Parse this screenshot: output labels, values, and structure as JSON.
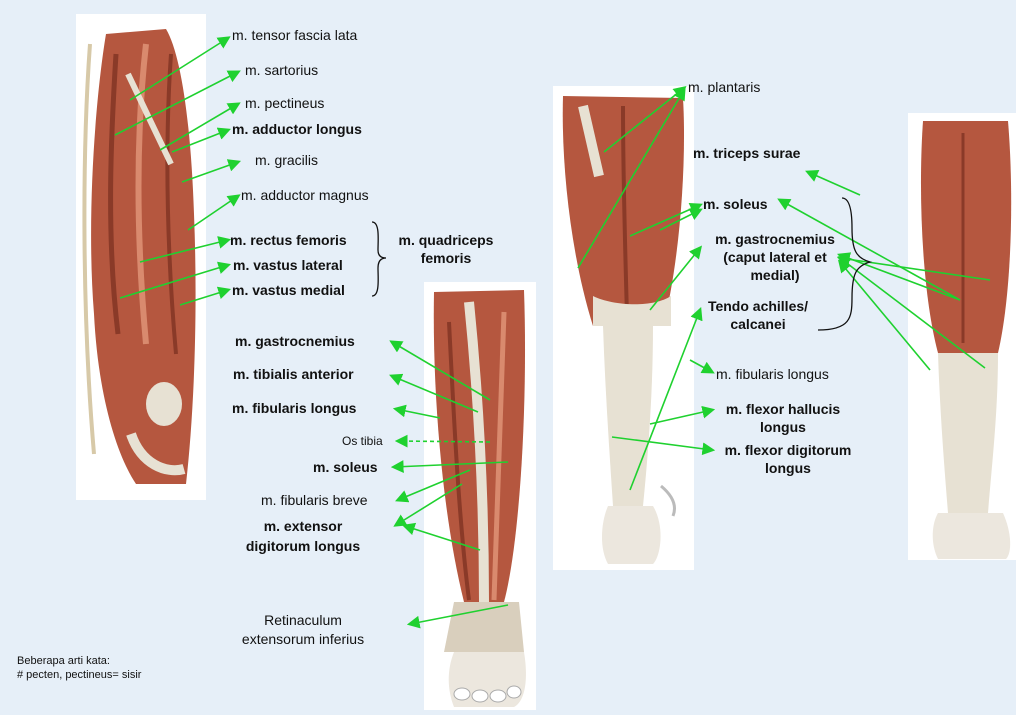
{
  "colors": {
    "background": "#e6eff8",
    "arrow": "#1fd12f",
    "muscle": "#b5573f",
    "tendon": "#e7e1d3"
  },
  "labels": {
    "tensor_fascia_lata": "m. tensor fascia lata",
    "sartorius": "m. sartorius",
    "pectineus": "m. pectineus",
    "adductor_longus": "m. adductor longus",
    "gracilis": "m. gracilis",
    "adductor_magnus": "m. adductor magnus",
    "rectus_femoris": "m. rectus femoris",
    "vastus_lateral": "m. vastus lateral",
    "vastus_medial": "m. vastus medial",
    "quadriceps": "m. quadriceps",
    "femoris": "femoris",
    "gastrocnemius_front": "m. gastrocnemius",
    "tibialis_anterior": "m. tibialis anterior",
    "fibularis_longus_front": "m. fibularis longus",
    "os_tibia": "Os tibia",
    "soleus_front": "m. soleus",
    "fibularis_breve": "m. fibularis breve",
    "extensor_1": "m. extensor",
    "extensor_2": "digitorum longus",
    "retinaculum_1": "Retinaculum",
    "retinaculum_2": "extensorum inferius",
    "plantaris": "m. plantaris",
    "triceps_surae": "m. triceps surae",
    "soleus_back": "m. soleus",
    "gastro_back_1": "m. gastrocnemius",
    "gastro_back_2": "(caput lateral et",
    "gastro_back_3": "medial)",
    "tendo_1": "Tendo achilles/",
    "tendo_2": "calcanei",
    "fibularis_longus_back": "m. fibularis longus",
    "flexor_hallucis_1": "m. flexor hallucis",
    "flexor_hallucis_2": "longus",
    "flexor_digitorum_1": "m. flexor digitorum",
    "flexor_digitorum_2": "longus"
  },
  "note": {
    "line1": "Beberapa arti kata:",
    "line2": "# pecten, pectineus= sisir"
  }
}
